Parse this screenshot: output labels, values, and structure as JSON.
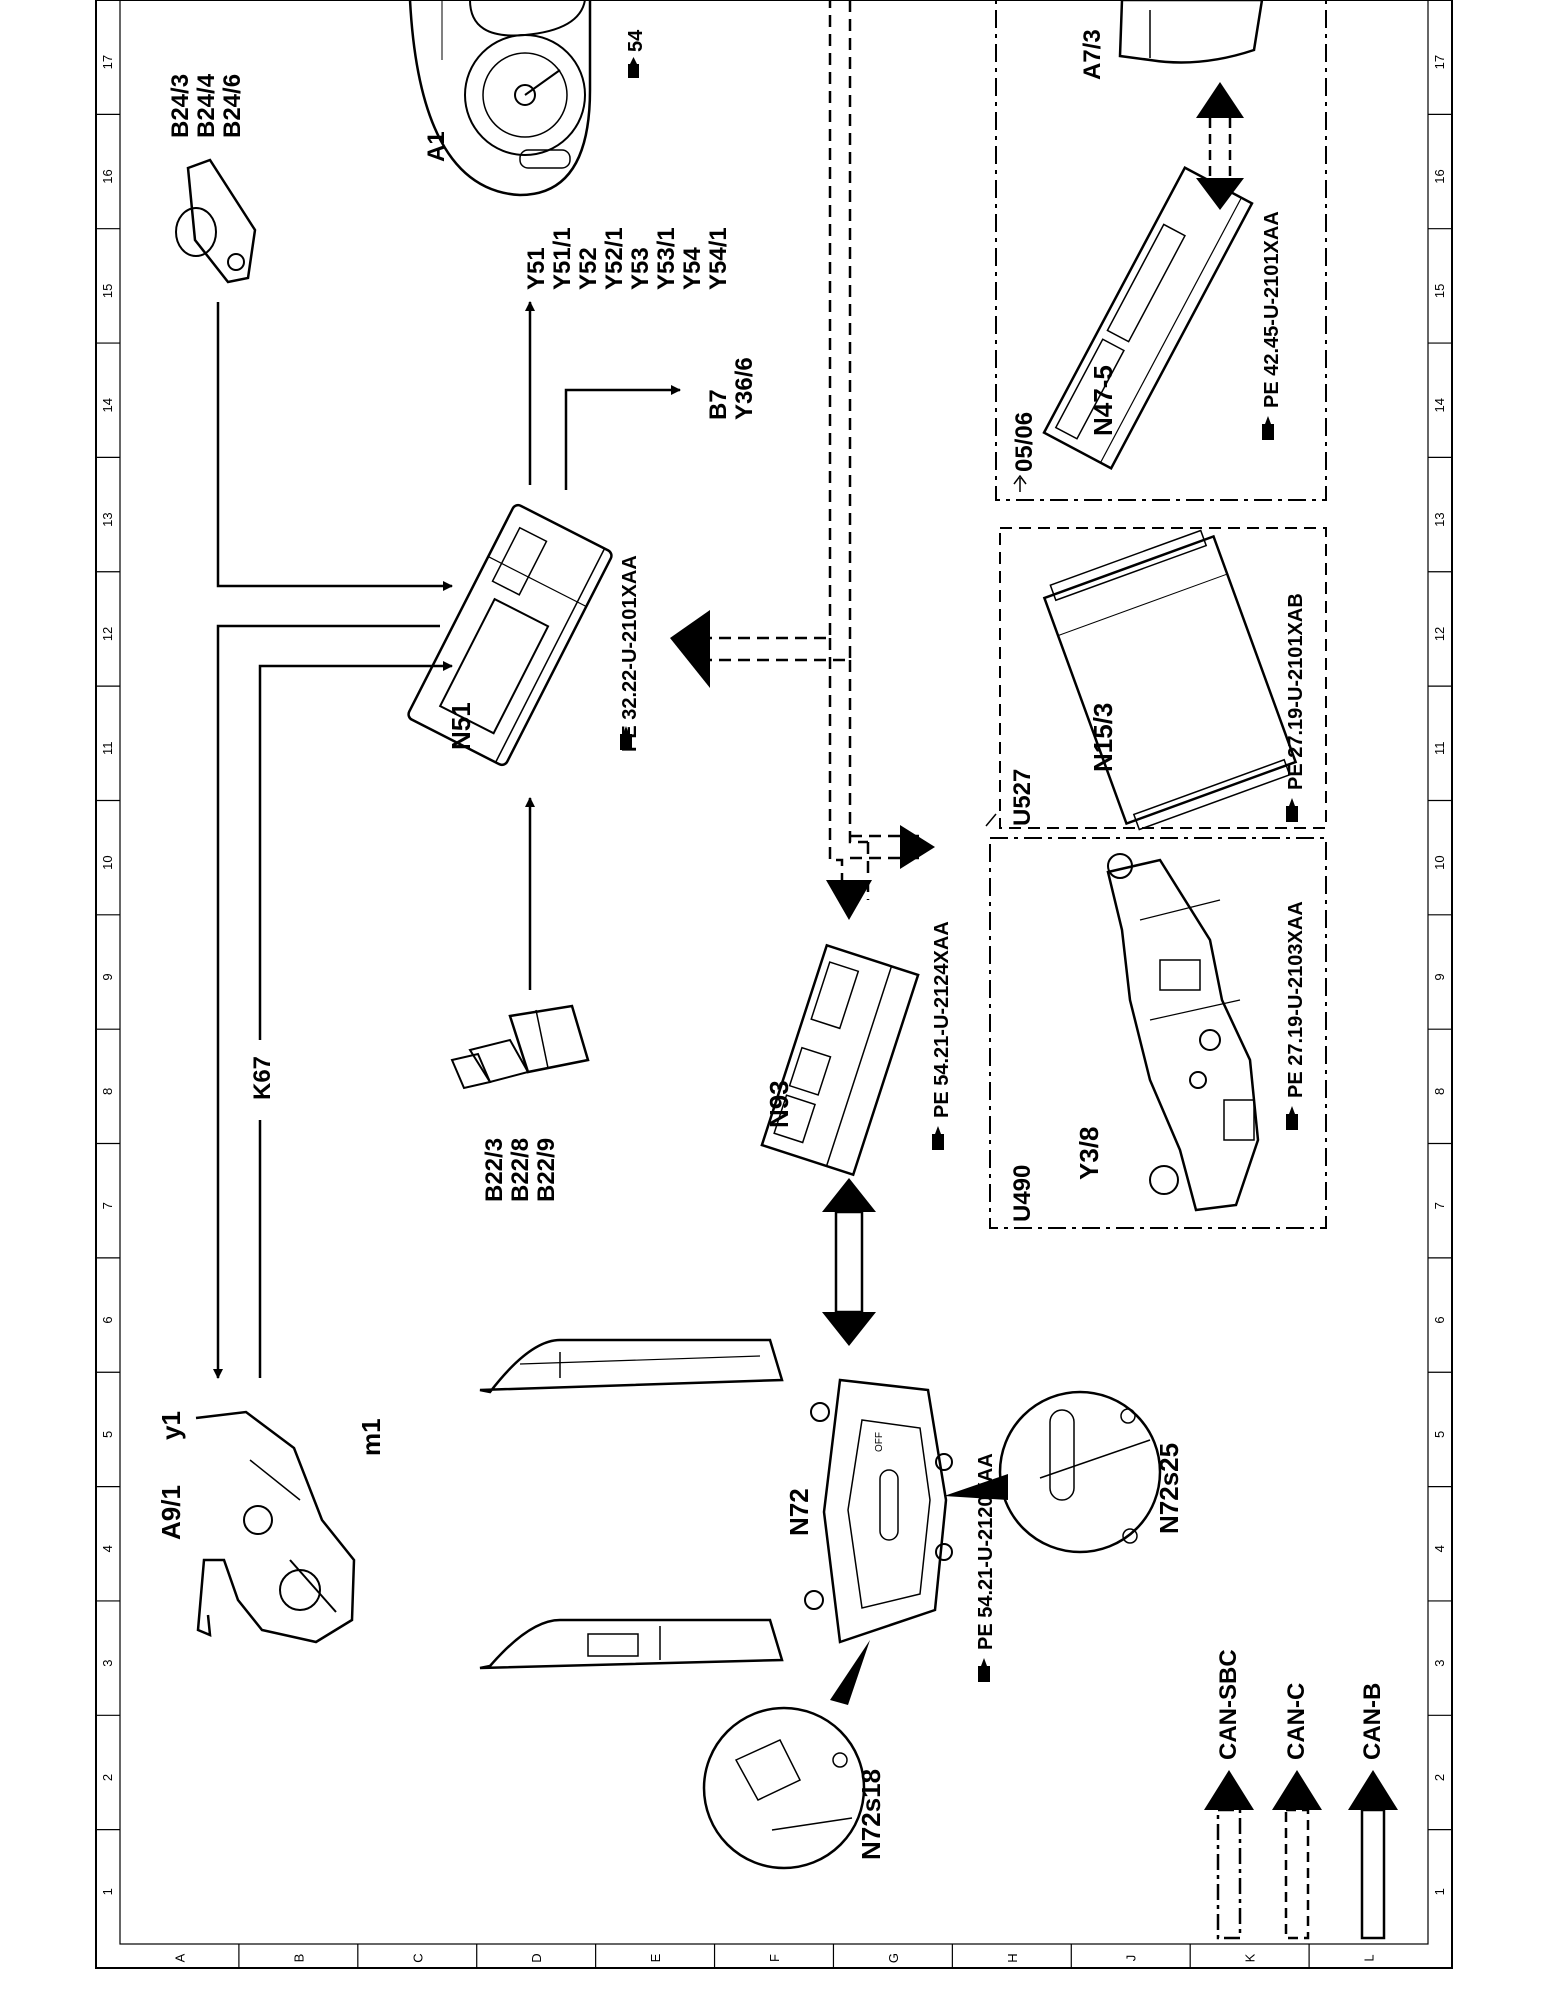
{
  "frame": {
    "numbers": [
      "1",
      "2",
      "3",
      "4",
      "5",
      "6",
      "7",
      "8",
      "9",
      "10",
      "11",
      "12",
      "13",
      "14",
      "15",
      "16",
      "17"
    ],
    "letters": [
      "A",
      "B",
      "C",
      "D",
      "E",
      "F",
      "G",
      "H",
      "J",
      "K",
      "L"
    ]
  },
  "components": {
    "a1": "A1",
    "a1_ref": "54",
    "b24": [
      "B24/3",
      "B24/4",
      "B24/6"
    ],
    "y51_group": [
      "Y51",
      "Y51/1",
      "Y52",
      "Y52/1",
      "Y53",
      "Y53/1",
      "Y54",
      "Y54/1"
    ],
    "b7_group": [
      "B7",
      "Y36/6"
    ],
    "n51": "N51",
    "n51_ref": "PE  32.22-U-2101XAA",
    "a7_3": "A7/3",
    "n47_5": "N47-5",
    "n47_5_ref": "PE  42.45-U-2101XAA",
    "date_label": "05/06",
    "u527": "U527",
    "n15_3": "N15/3",
    "n15_3_ref": "PE  27.19-U-2101XAB",
    "u490": "U490",
    "y3_8": "Y3/8",
    "y3_8_ref": "PE  27.19-U-2103XAA",
    "n93": "N93",
    "n93_ref": "PE  54.21-U-2124XAA",
    "b22_group": [
      "B22/3",
      "B22/8",
      "B22/9"
    ],
    "k67": "K67",
    "a9_1": "A9/1",
    "y1": "y1",
    "m1": "m1",
    "n72": "N72",
    "n72_ref": "PE  54.21-U-2120XAA",
    "n72s25": "N72s25",
    "n72s18": "N72s18",
    "switch_off": "OFF"
  },
  "legend": {
    "can_sbc": "CAN-SBC",
    "can_c": "CAN-C",
    "can_b": "CAN-B"
  }
}
